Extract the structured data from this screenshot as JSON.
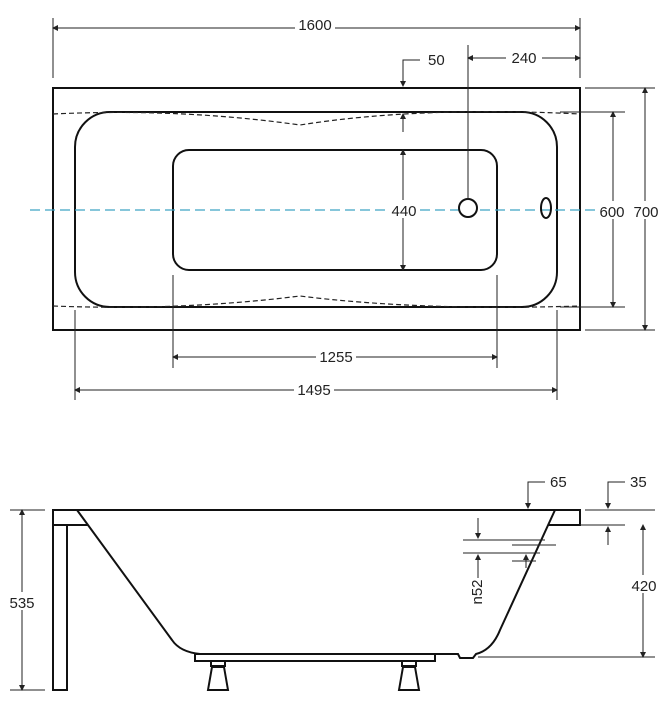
{
  "top_view": {
    "overall_length": "1600",
    "rim_to_drain_offset": "50",
    "drain_to_end": "240",
    "inner_bottom_width": "440",
    "inner_width": "600",
    "overall_width": "700",
    "inner_bottom_length": "1255",
    "inner_length": "1495"
  },
  "side_view": {
    "overall_height": "535",
    "depth": "420",
    "rim_width": "65",
    "rim_thickness": "35",
    "overflow_diameter": "n52"
  },
  "colors": {
    "centerline": "#3fa3c4",
    "lines": "#222222"
  }
}
